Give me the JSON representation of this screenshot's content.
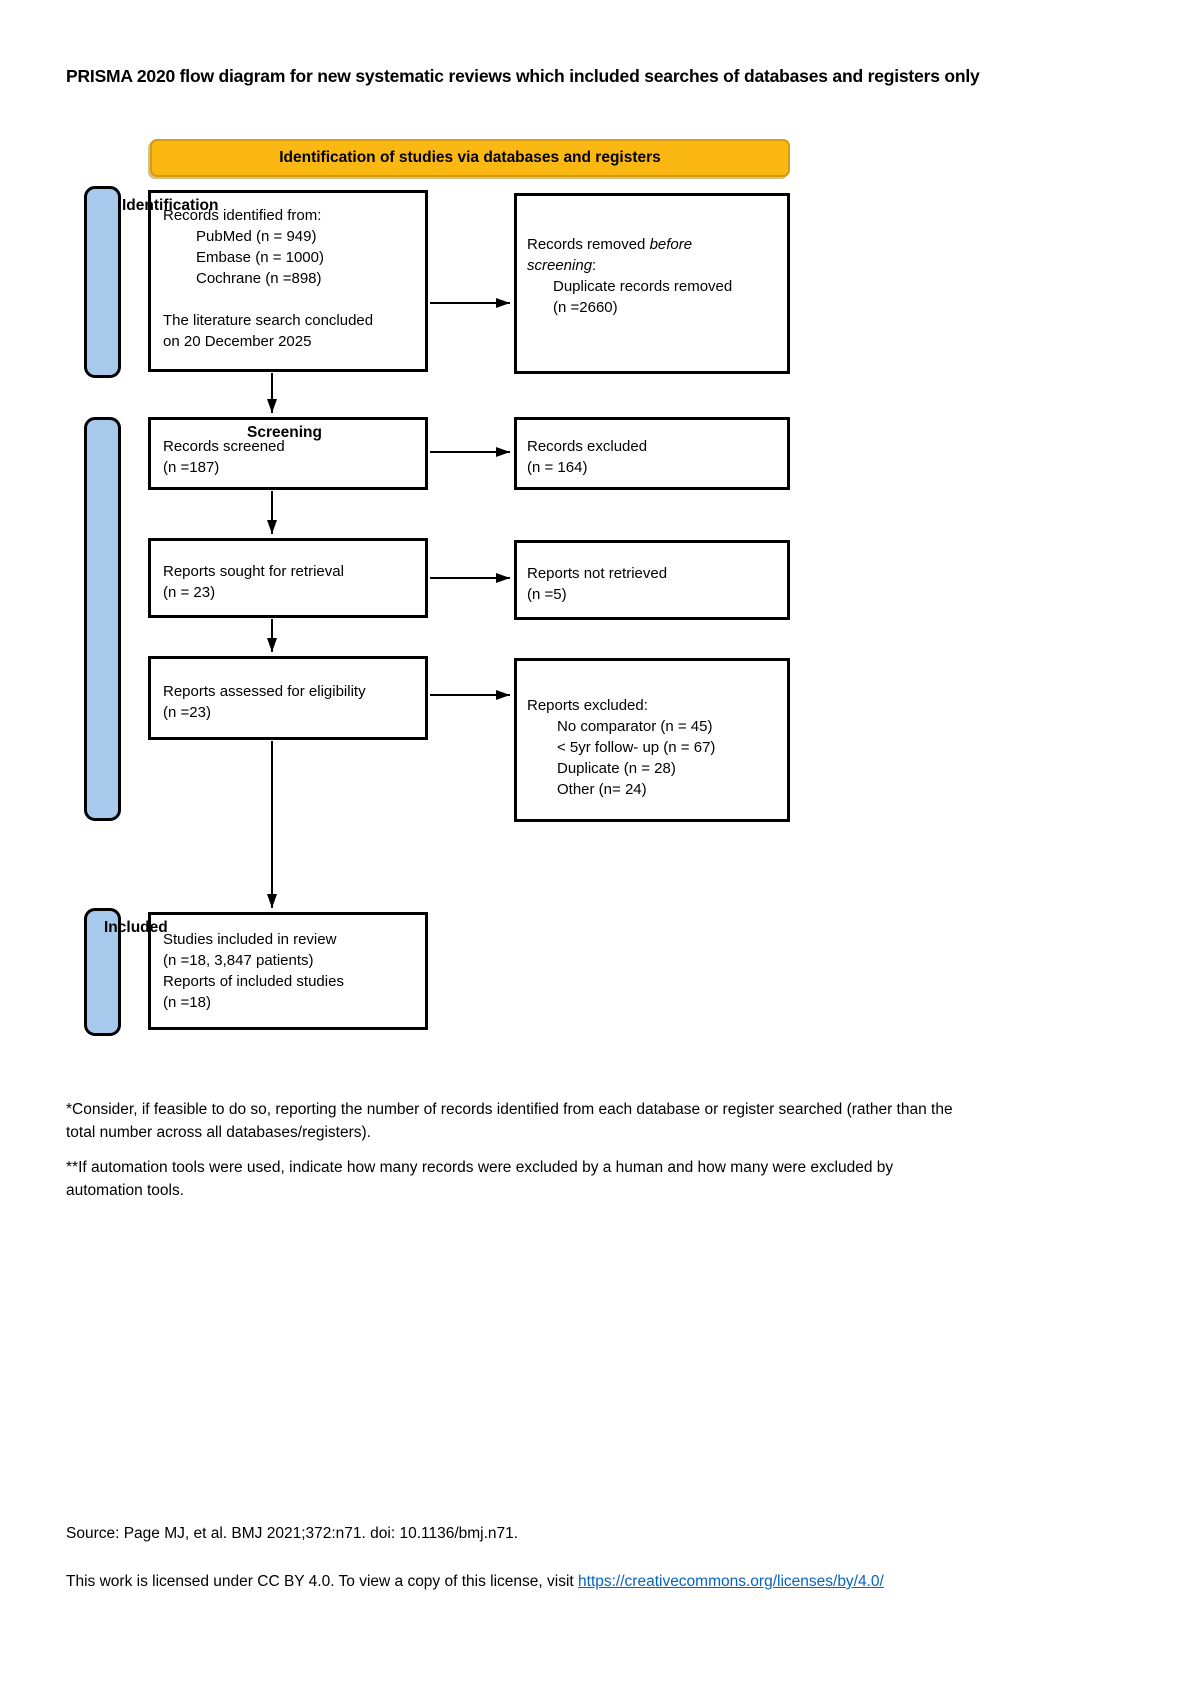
{
  "page": {
    "title": "PRISMA 2020 flow diagram for new systematic reviews which included searches of databases and registers only"
  },
  "banner": {
    "label": "Identification of studies via databases and registers"
  },
  "stages": {
    "identification": "Identification",
    "screening": "Screening",
    "included": "Included"
  },
  "boxes": {
    "identified": {
      "lines": [
        "Records identified from:",
        "PubMed (n = 949)",
        "Embase (n = 1000)",
        "Cochrane (n =898)",
        "The literature search concluded",
        "on 20 December 2025"
      ]
    },
    "removed": {
      "l1_normal": "Records removed ",
      "l1_italic": "before",
      "l2_italic": "screening",
      "l2_suffix": ":",
      "items": [
        "Duplicate records removed",
        "(n =2660)"
      ]
    },
    "screened": {
      "lines": [
        "Records screened",
        "(n =187)"
      ]
    },
    "excluded": {
      "lines": [
        "Records excluded",
        "(n = 164)"
      ]
    },
    "sought": {
      "lines": [
        "Reports sought for retrieval",
        "(n = 23)"
      ]
    },
    "not_retrieved": {
      "lines": [
        "Reports not retrieved",
        "(n =5)"
      ]
    },
    "assessed": {
      "lines": [
        "Reports assessed for eligibility",
        "(n =23)"
      ]
    },
    "reports_excluded": {
      "title": "Reports excluded:",
      "items": [
        "No comparator (n = 45)",
        "< 5yr follow- up (n = 67)",
        "Duplicate (n = 28)",
        "Other (n= 24)"
      ]
    },
    "included_box": {
      "lines": [
        "Studies included in review",
        "(n =18, 3,847 patients)",
        "Reports of included studies",
        "(n =18)"
      ]
    }
  },
  "footnotes": {
    "first": [
      "*Consider, if feasible to do so, reporting the number of records identified from each database or register searched (rather than the",
      "total number across all databases/registers)."
    ],
    "second": [
      "**If automation tools were used, indicate how many records were excluded by a human and how many were excluded by",
      "automation tools."
    ]
  },
  "source": {
    "text": "Source: Page MJ, et al. BMJ 2021;372:n71. doi: 10.1136/bmj.n71."
  },
  "license": {
    "prefix": "This work is licensed under CC BY 4.0. To view a copy of this license, visit ",
    "link": "https://creativecommons.org/licenses/by/4.0/"
  },
  "colors": {
    "banner_fill": "#FBB712",
    "banner_border": "#D79C0E",
    "stage_bar_fill": "#A7C9EC",
    "box_border": "#000000",
    "link": "#0563C1"
  }
}
